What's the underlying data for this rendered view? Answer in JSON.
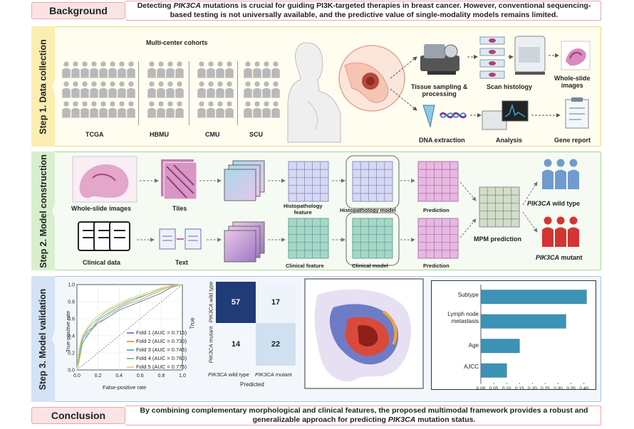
{
  "background": {
    "label": "Background",
    "text_pre": "Detecting ",
    "text_gene": "PIK3CA",
    "text_post": " mutations is crucial for guiding PI3K-targeted therapies in breast cancer. However, conventional sequencing-based testing is not universally available, and the predictive value of single-modality models remains limited."
  },
  "step1": {
    "tab": "Step 1. Data collection",
    "cohort_title": "Multi-center cohorts",
    "cohorts": [
      "TCGA",
      "HBMU",
      "CMU",
      "SCU"
    ],
    "tissue_sampling": "Tissue sampling &",
    "processing": "processing",
    "scan_histology": "Scan histology",
    "wsi_line1": "Whole-slide",
    "wsi_line2": "images",
    "dna_extraction": "DNA extraction",
    "analysis": "Analysis",
    "gene_report": "Gene report"
  },
  "step2": {
    "tab": "Step 2. Model construction",
    "wsi": "Whole-slide images",
    "tiles": "Tiles",
    "histo_feature_l1": "Histopathology",
    "histo_feature_l2": "feature",
    "histo_model": "Histopathology model",
    "prediction": "Prediction",
    "clinical_data": "Clinical data",
    "text": "Text",
    "clinical_feature": "Clinical feature",
    "clinical_model": "Clinical model",
    "mpm_prediction": "MPM prediction",
    "wild_type_gene": "PIK3CA",
    "wild_type": " wild type",
    "mutant_gene": "PIK3CA",
    "mutant": " mutant"
  },
  "step3": {
    "tab": "Step 3. Model validation",
    "roc": {
      "xlabel": "False-positive rate",
      "ylabel": "True-positive rate",
      "xticks": [
        "0.0",
        "0.2",
        "0.4",
        "0.6",
        "0.8",
        "1.0"
      ],
      "yticks": [
        "0.0",
        "0.2",
        "0.4",
        "0.6",
        "0.8",
        "1.0"
      ],
      "folds": [
        "Fold 1 (AUC = 0.715)",
        "Fold 2 (AUC = 0.730)",
        "Fold 3 (AUC = 0.745)",
        "Fold 4 (AUC = 0.760)",
        "Fold 5 (AUC = 0.775)"
      ]
    },
    "confusion": {
      "cells": [
        "57",
        "17",
        "14",
        "22"
      ],
      "xlabel": "Predicted",
      "ylabel": "True",
      "x1_gene": "PIK3CA",
      "x1": " wild type",
      "x2_gene": "PIK3CA",
      "x2": " mutant",
      "y1_gene": "PIK3CA",
      "y1": " wild type",
      "y2_gene": "PIK3CA",
      "y2": " mutant"
    },
    "importance": {
      "labels": [
        "Subtype",
        "Lymph node",
        "metastasis",
        "Age",
        "AJCC"
      ],
      "xticks": [
        "0.00",
        "0.05",
        "0.10",
        "0.15",
        "0.20",
        "0.25",
        "0.30",
        "0.35",
        "0.40"
      ]
    }
  },
  "conclusion": {
    "label": "Conclusion",
    "text_pre": "By combining complementary morphological and clinical features, the proposed multimodal framework provides a robust and generalizable approach for predicting ",
    "text_gene": "PIK3CA",
    "text_post": " mutation status."
  },
  "chart_data": [
    {
      "type": "line",
      "xlabel": "False-positive rate",
      "ylabel": "True-positive rate",
      "xlim": [
        0,
        1
      ],
      "ylim": [
        0,
        1
      ],
      "series": [
        {
          "name": "Fold 1 (AUC = 0.715)",
          "color": "#6b8fc6",
          "x": [
            0,
            0.02,
            0.05,
            0.1,
            0.15,
            0.2,
            0.25,
            0.3,
            0.4,
            0.5,
            0.6,
            0.7,
            0.8,
            0.9,
            1.0
          ],
          "y": [
            0,
            0.2,
            0.35,
            0.45,
            0.5,
            0.55,
            0.58,
            0.62,
            0.7,
            0.75,
            0.8,
            0.85,
            0.9,
            0.97,
            1.0
          ]
        },
        {
          "name": "Fold 2 (AUC = 0.730)",
          "color": "#f1a33c",
          "x": [
            0,
            0.02,
            0.05,
            0.1,
            0.15,
            0.2,
            0.25,
            0.3,
            0.4,
            0.5,
            0.6,
            0.7,
            0.8,
            0.9,
            1.0
          ],
          "y": [
            0,
            0.1,
            0.3,
            0.42,
            0.48,
            0.55,
            0.6,
            0.65,
            0.72,
            0.78,
            0.82,
            0.88,
            0.93,
            0.98,
            1.0
          ]
        },
        {
          "name": "Fold 3 (AUC = 0.745)",
          "color": "#5fb6c7",
          "x": [
            0,
            0.02,
            0.05,
            0.1,
            0.15,
            0.2,
            0.25,
            0.3,
            0.4,
            0.5,
            0.6,
            0.7,
            0.8,
            0.9,
            1.0
          ],
          "y": [
            0,
            0.15,
            0.32,
            0.4,
            0.5,
            0.58,
            0.63,
            0.67,
            0.74,
            0.8,
            0.85,
            0.9,
            0.95,
            0.99,
            1.0
          ]
        },
        {
          "name": "Fold 4 (AUC = 0.760)",
          "color": "#8fc48a",
          "x": [
            0,
            0.02,
            0.05,
            0.1,
            0.15,
            0.2,
            0.25,
            0.3,
            0.4,
            0.5,
            0.6,
            0.7,
            0.8,
            0.9,
            1.0
          ],
          "y": [
            0,
            0.2,
            0.38,
            0.48,
            0.55,
            0.6,
            0.66,
            0.7,
            0.76,
            0.82,
            0.86,
            0.9,
            0.95,
            0.99,
            1.0
          ]
        },
        {
          "name": "Fold 5 (AUC = 0.775)",
          "color": "#e8d98a",
          "x": [
            0,
            0.02,
            0.05,
            0.1,
            0.15,
            0.2,
            0.25,
            0.3,
            0.4,
            0.5,
            0.6,
            0.7,
            0.8,
            0.9,
            1.0
          ],
          "y": [
            0,
            0.25,
            0.4,
            0.5,
            0.58,
            0.64,
            0.68,
            0.72,
            0.78,
            0.84,
            0.88,
            0.92,
            0.96,
            0.99,
            1.0
          ]
        }
      ]
    },
    {
      "type": "heatmap",
      "xlabel": "Predicted",
      "ylabel": "True",
      "categories": [
        "PIK3CA wild type",
        "PIK3CA mutant"
      ],
      "values": [
        [
          57,
          17
        ],
        [
          14,
          22
        ]
      ]
    },
    {
      "type": "bar",
      "orientation": "horizontal",
      "categories": [
        "Subtype",
        "Lymph node metastasis",
        "Age",
        "AJCC"
      ],
      "values": [
        0.41,
        0.33,
        0.15,
        0.1
      ],
      "xlim": [
        0,
        0.42
      ],
      "color": "#3d93b5"
    }
  ]
}
